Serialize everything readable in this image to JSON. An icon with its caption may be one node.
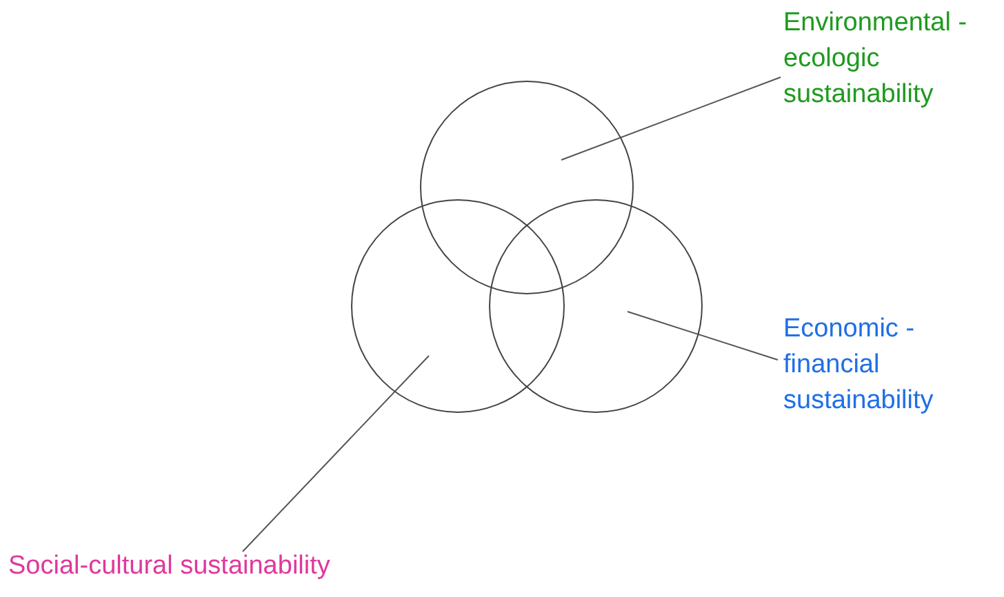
{
  "diagram": {
    "nodes": [
      {
        "text": [
          "Environmental -ecologic sustainability"
        ]
      },
      {
        "text": [],
        "shape": "circle"
      },
      {
        "text": [],
        "shape": "circle"
      },
      {
        "text": [],
        "shape": "circle"
      },
      {
        "text": [
          "Economic -financial sustainability"
        ]
      },
      {
        "text": [
          "Social-cultural sustainability"
        ]
      }
    ],
    "edges": [
      {
        "from": 0,
        "to": 1,
        "arrow": "none"
      },
      {
        "from": 4,
        "to": 3,
        "arrow": "none"
      },
      {
        "from": 5,
        "to": 2,
        "arrow": "none"
      }
    ]
  }
}
